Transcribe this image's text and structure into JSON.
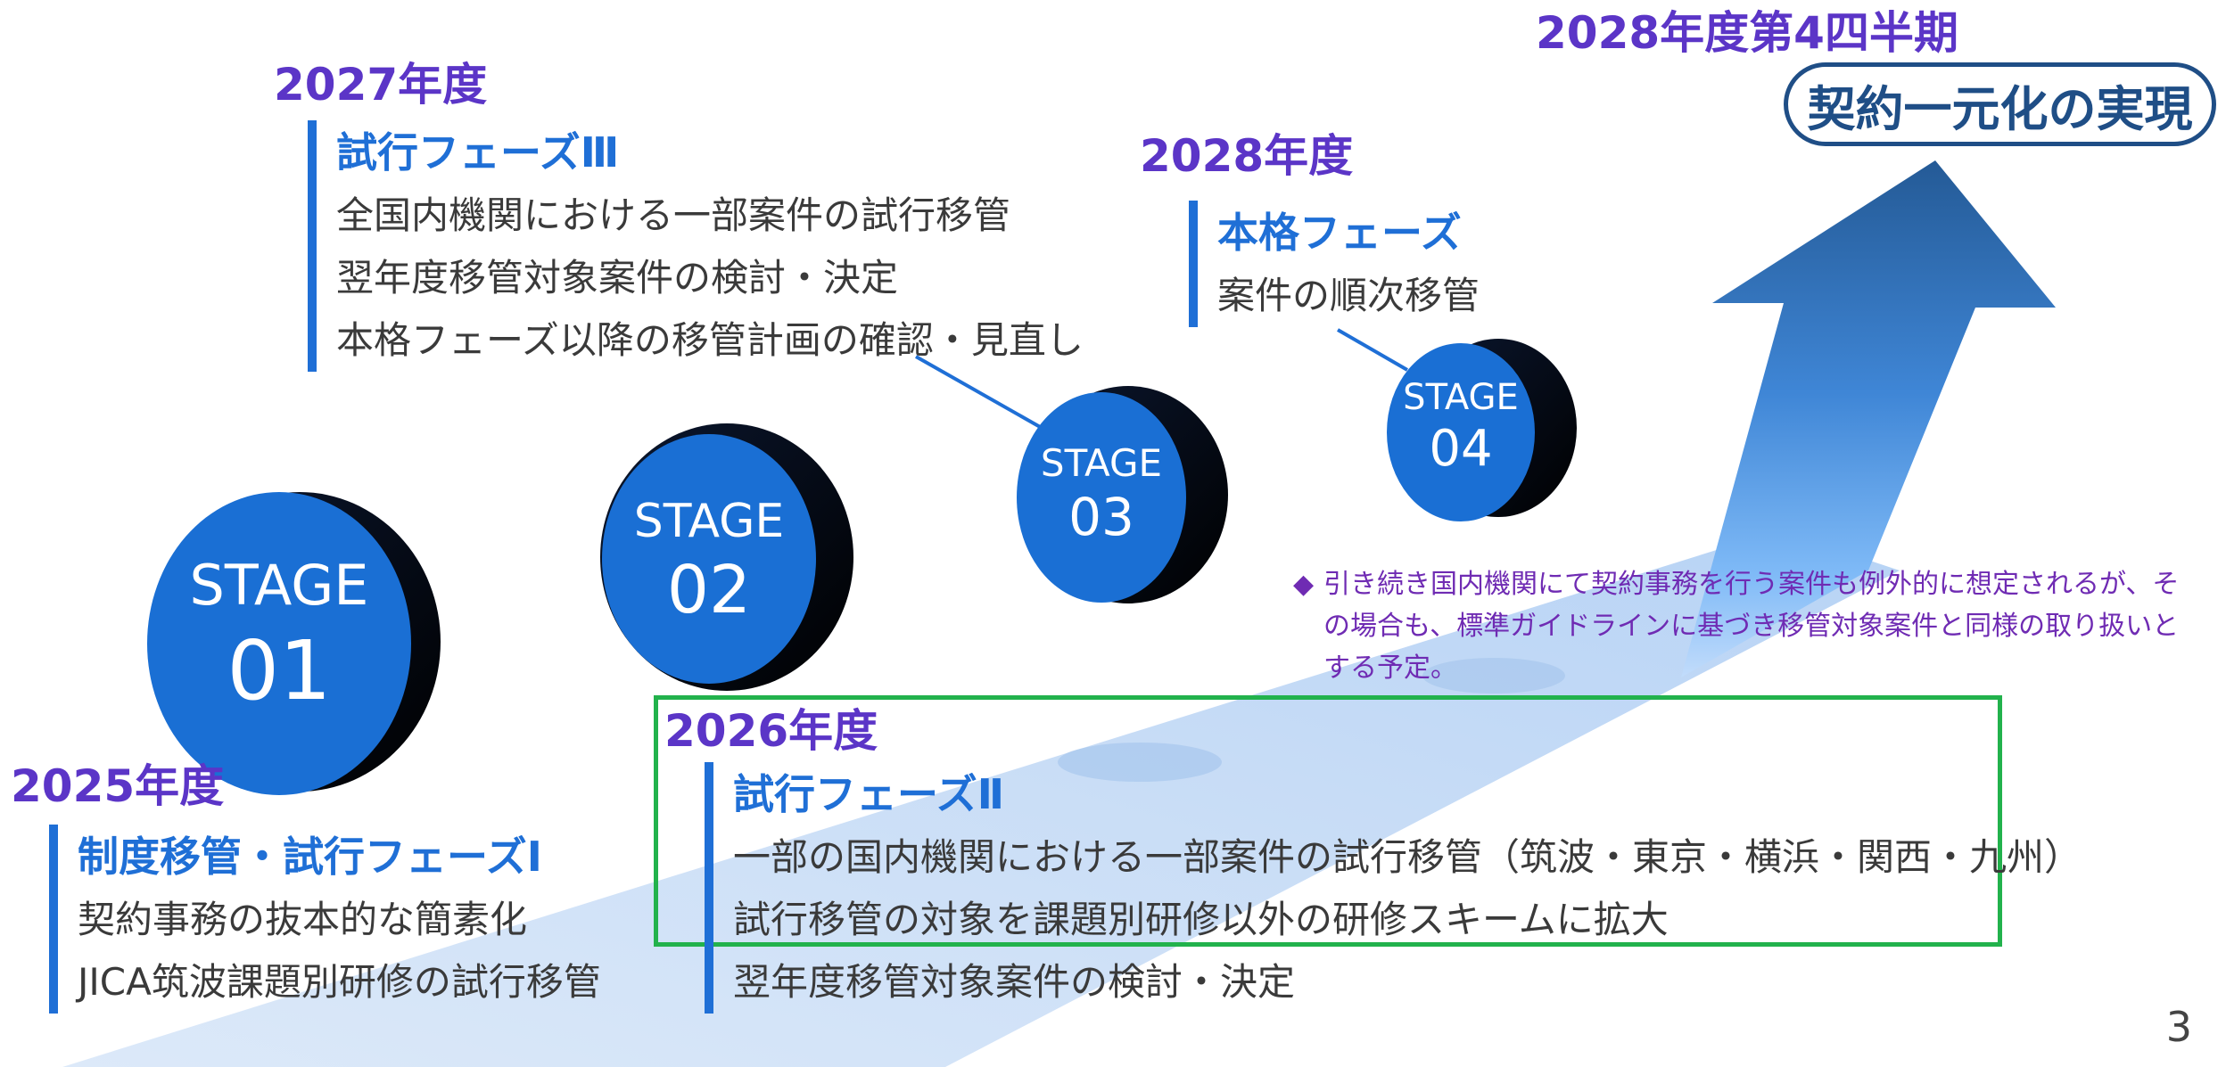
{
  "goal": {
    "period": "2028年度第4四半期",
    "label": "契約一元化の実現"
  },
  "stages": [
    {
      "label": "STAGE",
      "number": "01"
    },
    {
      "label": "STAGE",
      "number": "02"
    },
    {
      "label": "STAGE",
      "number": "03"
    },
    {
      "label": "STAGE",
      "number": "04"
    }
  ],
  "phases": {
    "y2025": {
      "year": "2025年度",
      "title": "制度移管・試行フェーズⅠ",
      "items": [
        "契約事務の抜本的な簡素化",
        "JICA筑波課題別研修の試行移管"
      ]
    },
    "y2026": {
      "year": "2026年度",
      "title": "試行フェーズⅡ",
      "items": [
        "一部の国内機関における一部案件の試行移管（筑波・東京・横浜・関西・九州）",
        "試行移管の対象を課題別研修以外の研修スキームに拡大",
        "翌年度移管対象案件の検討・決定"
      ]
    },
    "y2027": {
      "year": "2027年度",
      "title": "試行フェーズⅢ",
      "items": [
        "全国内機関における一部案件の試行移管",
        "翌年度移管対象案件の検討・決定",
        "本格フェーズ以降の移管計画の確認・見直し"
      ]
    },
    "y2028": {
      "year": "2028年度",
      "title": "本格フェーズ",
      "items": [
        "案件の順次移管"
      ]
    }
  },
  "note": {
    "bullet": "◆",
    "text": "引き続き国内機関にて契約事務を行う案件も例外的に想定されるが、その場合も、標準ガイドラインに基づき移管対象案件と同様の取り扱いとする予定。"
  },
  "page_number": "3",
  "colors": {
    "year_text": "#5b35c7",
    "phase_accent": "#1f6fd6",
    "stage_disc": "#1a6fd4",
    "arrow_top": "#245a96",
    "highlight_border": "#22b24c",
    "note_text": "#6f2bb3"
  }
}
